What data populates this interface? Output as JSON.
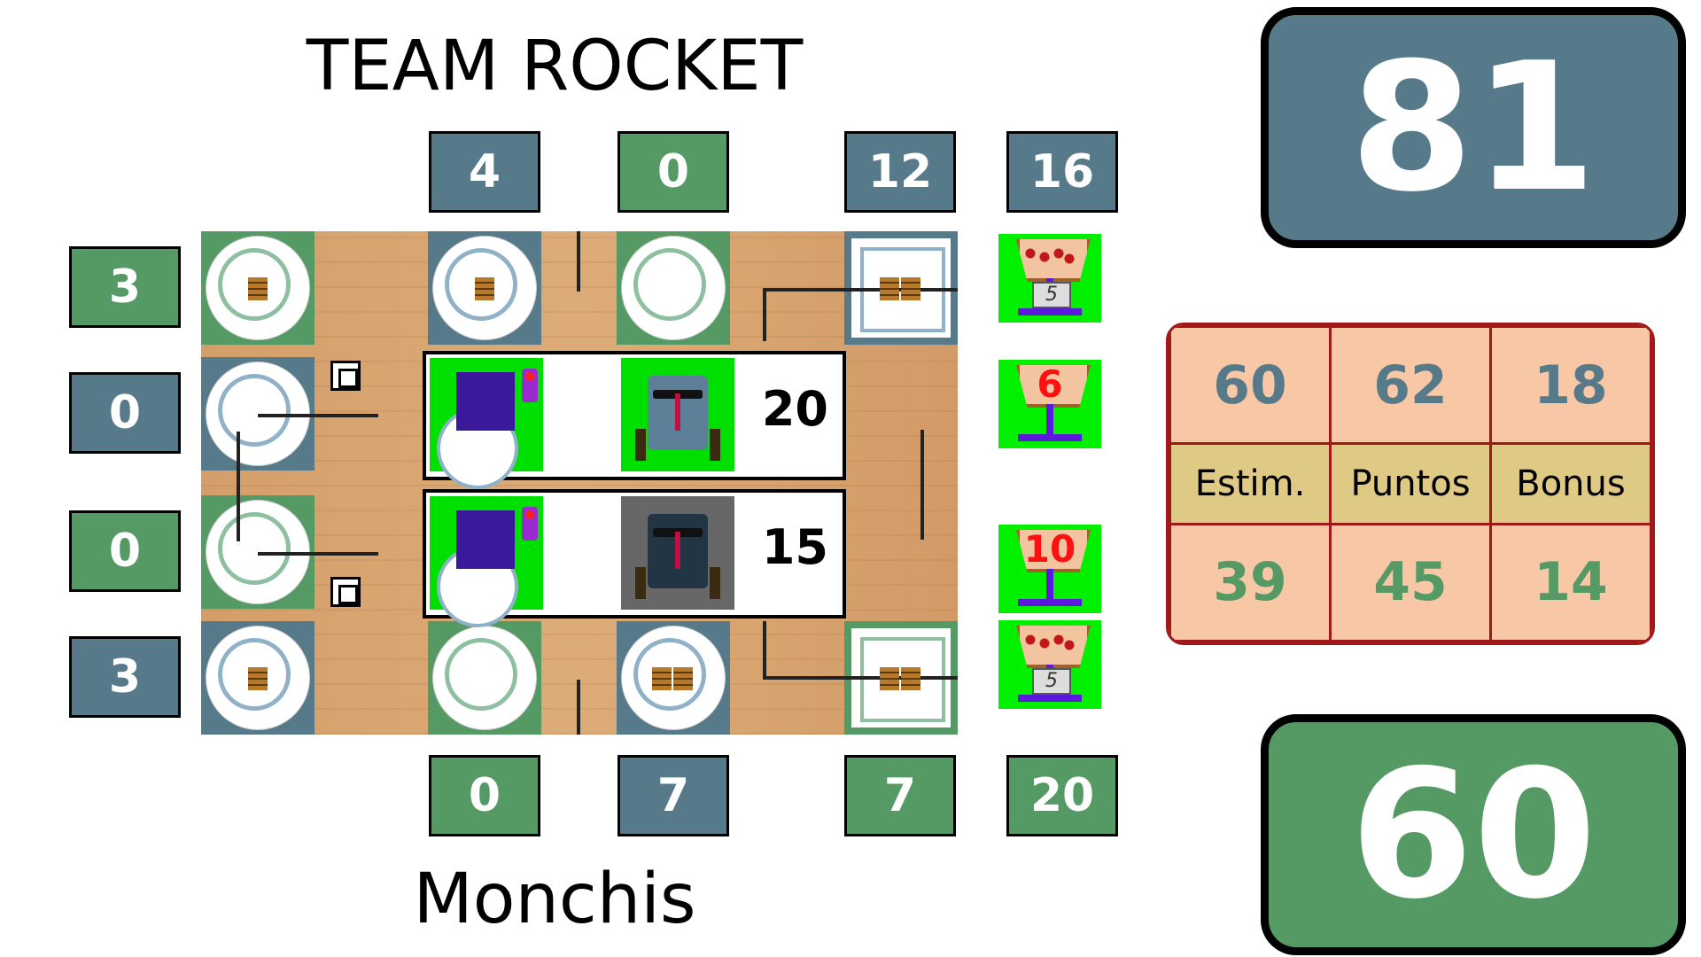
{
  "team_top": {
    "name": "TEAM ROCKET",
    "score": "81"
  },
  "team_bottom": {
    "name": "Monchis",
    "score": "60"
  },
  "top_column_values": [
    "4",
    "0",
    "12",
    "16"
  ],
  "bottom_column_values": [
    "0",
    "7",
    "7",
    "20"
  ],
  "left_row_values": [
    "3",
    "0",
    "0",
    "3"
  ],
  "scale_weights": [
    "5",
    "6",
    "10",
    "5"
  ],
  "robots": [
    {
      "score": "20"
    },
    {
      "score": "15"
    }
  ],
  "stats": {
    "top_values": [
      "60",
      "62",
      "18"
    ],
    "labels": [
      "Estim.",
      "Puntos",
      "Bonus"
    ],
    "bottom_values": [
      "39",
      "45",
      "14"
    ]
  },
  "colors": {
    "blue": "#577a8a",
    "green": "#559a64",
    "accent_red": "#a01818"
  },
  "icons": [
    "plate-icon",
    "cookie-icon",
    "robot-icon",
    "person-icon",
    "scale-icon",
    "qr-marker-icon"
  ]
}
